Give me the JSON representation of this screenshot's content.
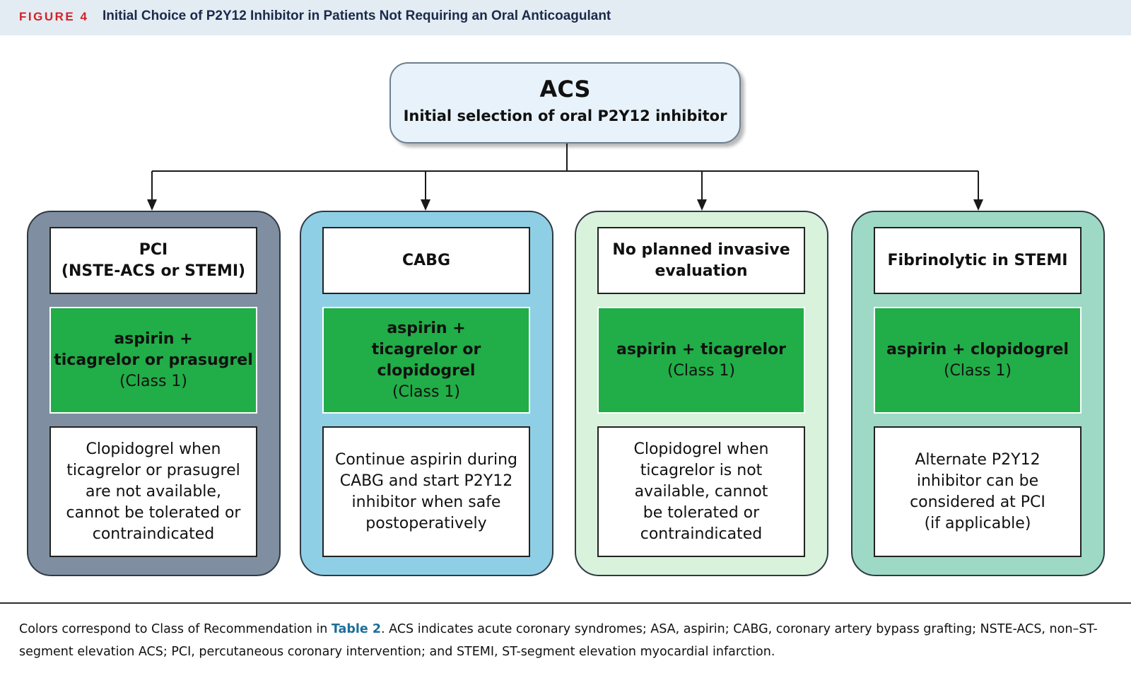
{
  "header": {
    "label": "FIGURE 4",
    "title": "Initial Choice of P2Y12 Inhibitor in Patients Not Requiring an Oral Anticoagulant"
  },
  "root": {
    "title": "ACS",
    "subtitle": "Initial selection of oral P2Y12 inhibitor"
  },
  "columns": [
    {
      "heading": [
        "PCI",
        "(NSTE-ACS or STEMI)"
      ],
      "therapy": [
        "aspirin +",
        "ticagrelor or prasugrel"
      ],
      "class": "(Class 1)",
      "note": [
        "Clopidogrel when",
        "ticagrelor or prasugrel",
        "are not available,",
        "cannot be tolerated or",
        "contraindicated"
      ]
    },
    {
      "heading": [
        "CABG"
      ],
      "therapy": [
        "aspirin +",
        "ticagrelor or clopidogrel"
      ],
      "class": "(Class 1)",
      "note": [
        "Continue aspirin during",
        "CABG and start P2Y12",
        "inhibitor when safe",
        "postoperatively"
      ]
    },
    {
      "heading": [
        "No planned invasive",
        "evaluation"
      ],
      "therapy": [
        "aspirin + ticagrelor"
      ],
      "class": "(Class 1)",
      "note": [
        "Clopidogrel when",
        "ticagrelor is not",
        "available, cannot",
        "be tolerated or",
        "contraindicated"
      ]
    },
    {
      "heading": [
        "Fibrinolytic in STEMI"
      ],
      "therapy": [
        "aspirin + clopidogrel"
      ],
      "class": "(Class 1)",
      "note": [
        "Alternate P2Y12",
        "inhibitor can be",
        "considered at PCI",
        "(if applicable)"
      ]
    }
  ],
  "caption": {
    "lead": "Colors correspond to Class of Recommendation in ",
    "link": "Table 2",
    "text": ". ACS indicates acute coronary syndromes; ASA, aspirin; CABG, coronary artery bypass grafting; NSTE-ACS, non–ST-segment elevation ACS; PCI, percutaneous coronary intervention; and STEMI, ST-segment elevation myocardial infarction."
  },
  "colors": {
    "class1_green": "#21ad47",
    "pci_column": "#7f8fa1",
    "cabg_column": "#8ecfe6",
    "no_invasive_column": "#d8f2dc",
    "fibrinolytic_column": "#9dd9c4",
    "header_label": "#d42027",
    "link": "#1d6f98"
  }
}
